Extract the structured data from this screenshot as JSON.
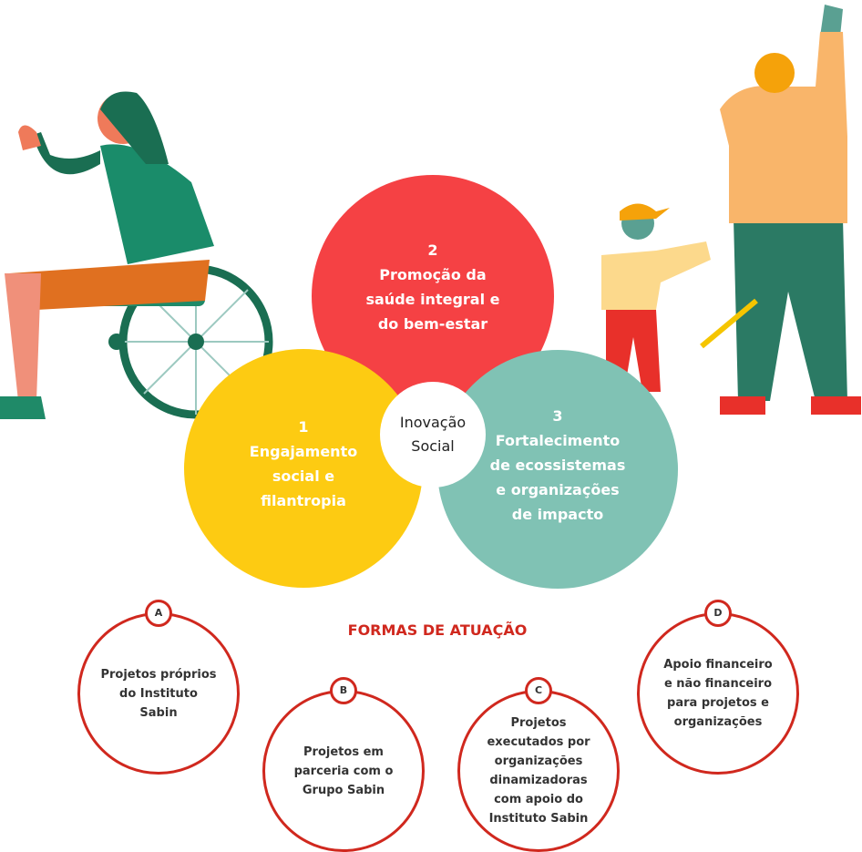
{
  "center": {
    "line1": "Inovação",
    "line2": "Social"
  },
  "pillars": [
    {
      "number": "1",
      "lines": [
        "Engajamento",
        "social e",
        "filantropia"
      ],
      "color": "#fdcb12"
    },
    {
      "number": "2",
      "lines": [
        "Promoção da",
        "saúde integral e",
        "do bem-estar"
      ],
      "color": "#f54144"
    },
    {
      "number": "3",
      "lines": [
        "Fortalecimento",
        "de ecossistemas",
        "e organizações",
        "de impacto"
      ],
      "color": "#80c2b4"
    }
  ],
  "formas": {
    "title": "FORMAS DE ATUAÇÃO",
    "accent": "#d0281e",
    "items": [
      {
        "letter": "A",
        "text": "Projetos próprios do Instituto Sabin"
      },
      {
        "letter": "B",
        "text": "Projetos em parceria com o Grupo Sabin"
      },
      {
        "letter": "C",
        "text": "Projetos executados por organizações dinamizadoras com apoio do Instituto Sabin"
      },
      {
        "letter": "D",
        "text": "Apoio financeiro e não financeiro para projetos e organizações"
      }
    ]
  }
}
